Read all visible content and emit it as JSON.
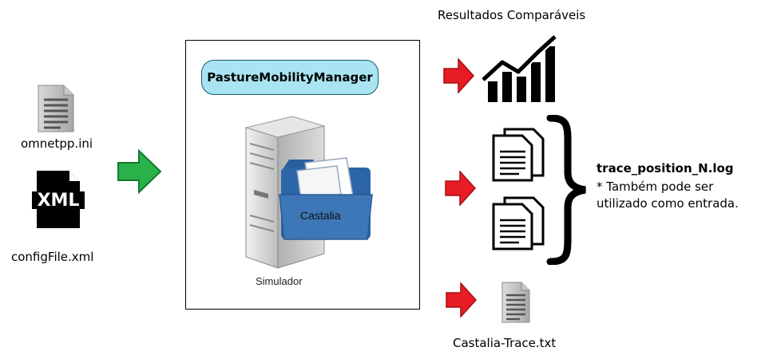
{
  "inputs": {
    "omnetpp_label": "omnetpp.ini",
    "xml_badge": "XML",
    "config_label": "configFile.xml"
  },
  "simulator": {
    "module_label": "PastureMobilityManager",
    "folder_label": "Castalia",
    "server_caption": "Simulador"
  },
  "outputs": {
    "results_title": "Resultados Comparáveis",
    "trace_title": "trace_position_N.log",
    "trace_note_line1": "* Também pode ser",
    "trace_note_line2": "utilizado como entrada.",
    "castalia_trace_label": "Castalia-Trace.txt"
  },
  "colors": {
    "green_arrow": "#2ab24a",
    "red_arrow": "#e81c24",
    "pasture_fill": "#a8e4f2",
    "folder_blue": "#3d77b8"
  },
  "icons": [
    "document-icon",
    "xml-file-icon",
    "server-icon",
    "folder-icon",
    "chart-icon",
    "brace-icon",
    "arrow-icon"
  ]
}
